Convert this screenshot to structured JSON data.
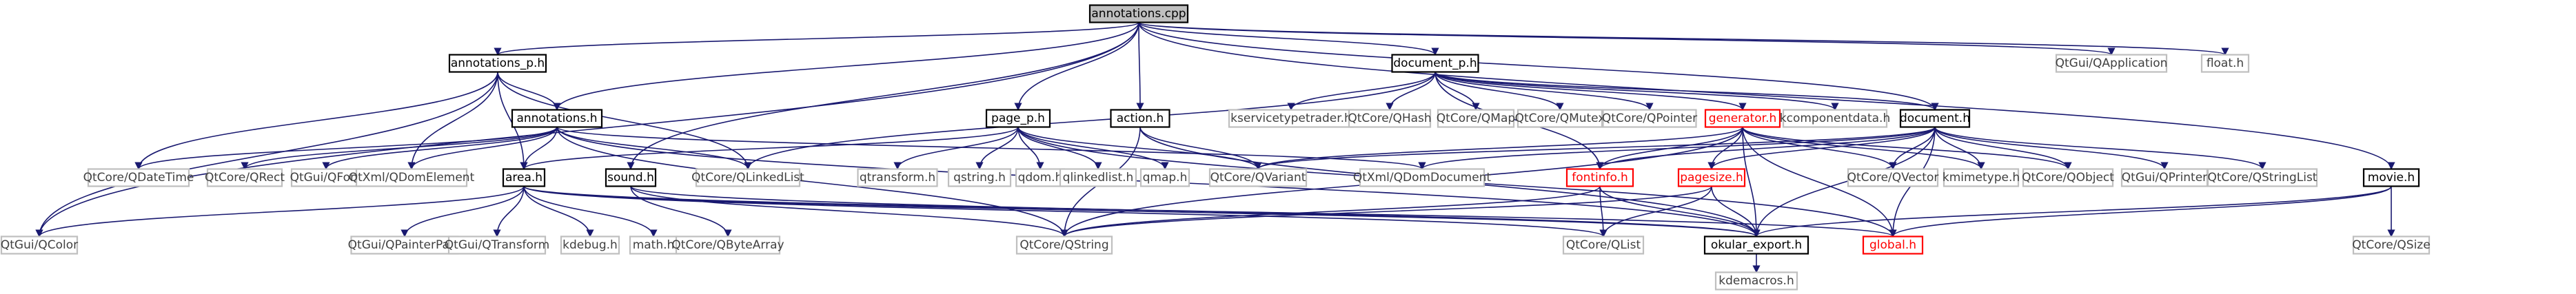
{
  "graph": {
    "nodes": [
      {
        "id": "annotations_cpp",
        "label": "annotations.cpp",
        "kind": "root"
      },
      {
        "id": "annotations_p_h",
        "label": "annotations_p.h",
        "kind": "linked"
      },
      {
        "id": "document_p_h",
        "label": "document_p.h",
        "kind": "linked"
      },
      {
        "id": "qapplication",
        "label": "QtGui/QApplication",
        "kind": "plain"
      },
      {
        "id": "float_h",
        "label": "float.h",
        "kind": "plain"
      },
      {
        "id": "annotations_h",
        "label": "annotations.h",
        "kind": "linked"
      },
      {
        "id": "page_p_h",
        "label": "page_p.h",
        "kind": "linked"
      },
      {
        "id": "action_h",
        "label": "action.h",
        "kind": "linked"
      },
      {
        "id": "ksvc",
        "label": "kservicetypetrader.h",
        "kind": "plain"
      },
      {
        "id": "qhash",
        "label": "QtCore/QHash",
        "kind": "plain"
      },
      {
        "id": "qmap",
        "label": "QtCore/QMap",
        "kind": "plain"
      },
      {
        "id": "qmutex",
        "label": "QtCore/QMutex",
        "kind": "plain"
      },
      {
        "id": "qpointer",
        "label": "QtCore/QPointer",
        "kind": "plain"
      },
      {
        "id": "generator_h",
        "label": "generator.h",
        "kind": "red"
      },
      {
        "id": "kcomp",
        "label": "kcomponentdata.h",
        "kind": "plain"
      },
      {
        "id": "document_h",
        "label": "document.h",
        "kind": "linked"
      },
      {
        "id": "movie_h",
        "label": "movie.h",
        "kind": "linked"
      },
      {
        "id": "qcolor",
        "label": "QtGui/QColor",
        "kind": "plain"
      },
      {
        "id": "qdatetime",
        "label": "QtCore/QDateTime",
        "kind": "plain"
      },
      {
        "id": "qrect",
        "label": "QtCore/QRect",
        "kind": "plain"
      },
      {
        "id": "qfont",
        "label": "QtGui/QFont",
        "kind": "plain"
      },
      {
        "id": "qdomelement",
        "label": "QtXml/QDomElement",
        "kind": "plain"
      },
      {
        "id": "area_h",
        "label": "area.h",
        "kind": "linked"
      },
      {
        "id": "qlinkedlist",
        "label": "QtCore/QLinkedList",
        "kind": "plain"
      },
      {
        "id": "sound_h",
        "label": "sound.h",
        "kind": "linked"
      },
      {
        "id": "qtransform_h",
        "label": "qtransform.h",
        "kind": "plain"
      },
      {
        "id": "qstring_h",
        "label": "qstring.h",
        "kind": "plain"
      },
      {
        "id": "qdom_h",
        "label": "qdom.h",
        "kind": "plain"
      },
      {
        "id": "qlinkedlist_h",
        "label": "qlinkedlist.h",
        "kind": "plain"
      },
      {
        "id": "qmap_h",
        "label": "qmap.h",
        "kind": "plain"
      },
      {
        "id": "qvariant",
        "label": "QtCore/QVariant",
        "kind": "plain"
      },
      {
        "id": "qdomdocument",
        "label": "QtXml/QDomDocument",
        "kind": "plain"
      },
      {
        "id": "fontinfo_h",
        "label": "fontinfo.h",
        "kind": "red"
      },
      {
        "id": "pagesize_h",
        "label": "pagesize.h",
        "kind": "red"
      },
      {
        "id": "qvector",
        "label": "QtCore/QVector",
        "kind": "plain"
      },
      {
        "id": "kmimetype",
        "label": "kmimetype.h",
        "kind": "plain"
      },
      {
        "id": "qobject",
        "label": "QtCore/QObject",
        "kind": "plain"
      },
      {
        "id": "qprinter",
        "label": "QtGui/QPrinter",
        "kind": "plain"
      },
      {
        "id": "qstringlist",
        "label": "QtCore/QStringList",
        "kind": "plain"
      },
      {
        "id": "qpainterpath",
        "label": "QtGui/QPainterPath",
        "kind": "plain"
      },
      {
        "id": "qtransform",
        "label": "QtGui/QTransform",
        "kind": "plain"
      },
      {
        "id": "kdebug",
        "label": "kdebug.h",
        "kind": "plain"
      },
      {
        "id": "math_h",
        "label": "math.h",
        "kind": "plain"
      },
      {
        "id": "qbytearray",
        "label": "QtCore/QByteArray",
        "kind": "plain"
      },
      {
        "id": "qstring",
        "label": "QtCore/QString",
        "kind": "plain"
      },
      {
        "id": "qlist",
        "label": "QtCore/QList",
        "kind": "plain"
      },
      {
        "id": "okular_export",
        "label": "okular_export.h",
        "kind": "linked"
      },
      {
        "id": "global_h",
        "label": "global.h",
        "kind": "red"
      },
      {
        "id": "qsize",
        "label": "QtCore/QSize",
        "kind": "plain"
      },
      {
        "id": "kdemacros",
        "label": "kdemacros.h",
        "kind": "plain"
      }
    ]
  }
}
